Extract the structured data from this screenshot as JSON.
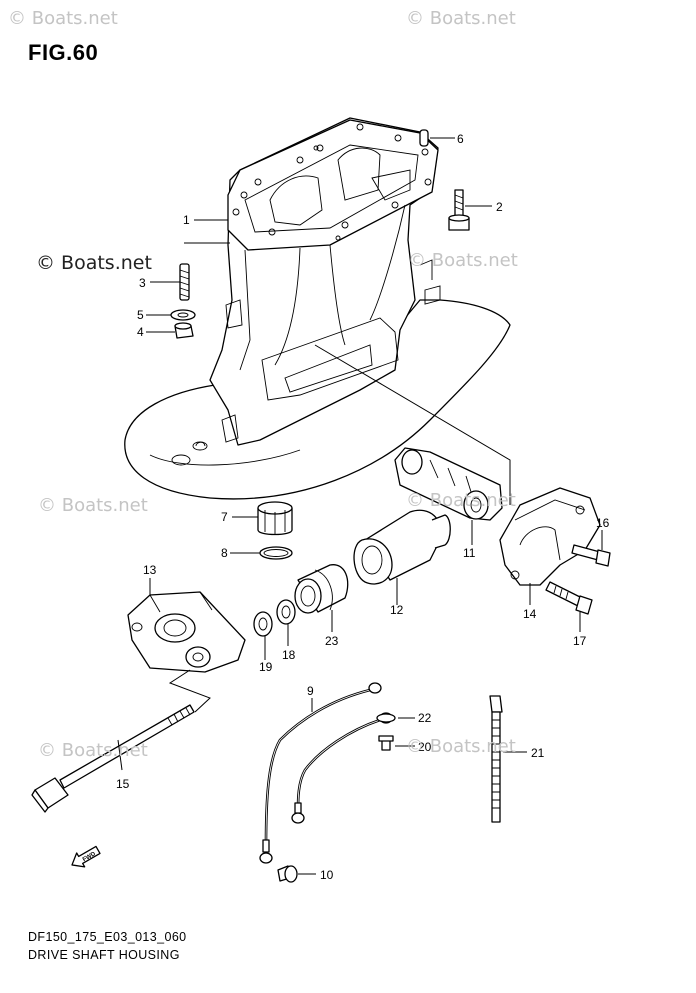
{
  "figure": {
    "title": "FIG.60",
    "code": "DF150_175_E03_013_060",
    "name": "DRIVE SHAFT HOUSING"
  },
  "watermarks": [
    "© Boats.net",
    "© Boats.net",
    "© Boats.net",
    "© Boats.net",
    "© Boats.net",
    "© Boats.net",
    "© Boats.net"
  ],
  "watermark_dark": "© Boats.net",
  "callouts": [
    "1",
    "2",
    "3",
    "4",
    "5",
    "6",
    "7",
    "8",
    "9",
    "10",
    "11",
    "12",
    "13",
    "14",
    "15",
    "16",
    "17",
    "18",
    "19",
    "20",
    "21",
    "22",
    "23"
  ],
  "direction_label": "FWD",
  "colors": {
    "line": "#000000",
    "watermark": "#c4c4c4",
    "background": "#ffffff"
  }
}
